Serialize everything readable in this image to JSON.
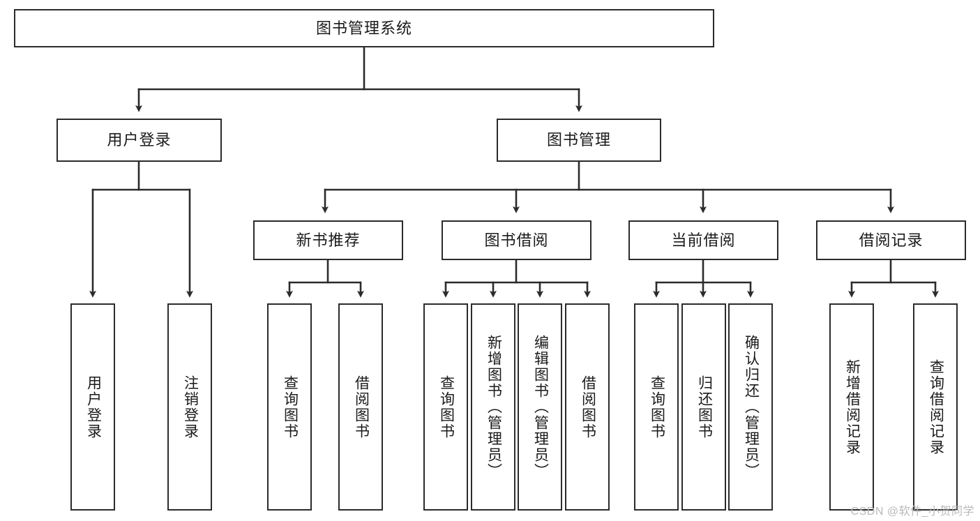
{
  "diagram": {
    "title": "图书管理系统",
    "type": "tree-hierarchy",
    "orientation": "top-down",
    "levels": 4,
    "root": {
      "id": "root",
      "label": "图书管理系统",
      "text_direction": "horizontal"
    },
    "level2": [
      {
        "id": "user-login",
        "label": "用户登录",
        "text_direction": "horizontal"
      },
      {
        "id": "book-manage",
        "label": "图书管理",
        "text_direction": "horizontal"
      }
    ],
    "level3": [
      {
        "id": "new-book-recommend",
        "label": "新书推荐",
        "text_direction": "horizontal",
        "parent": "book-manage"
      },
      {
        "id": "book-borrow",
        "label": "图书借阅",
        "text_direction": "horizontal",
        "parent": "book-manage"
      },
      {
        "id": "current-borrow",
        "label": "当前借阅",
        "text_direction": "horizontal",
        "parent": "book-manage"
      },
      {
        "id": "borrow-record",
        "label": "借阅记录",
        "text_direction": "horizontal",
        "parent": "book-manage"
      }
    ],
    "leaves": [
      {
        "id": "leaf-user-login",
        "label": "用户登录",
        "parent": "user-login",
        "text_direction": "vertical"
      },
      {
        "id": "leaf-logout-login",
        "label": "注销登录",
        "parent": "user-login",
        "text_direction": "vertical"
      },
      {
        "id": "leaf-query-book-1",
        "label": "查询图书",
        "parent": "new-book-recommend",
        "text_direction": "vertical"
      },
      {
        "id": "leaf-borrow-book-1",
        "label": "借阅图书",
        "parent": "new-book-recommend",
        "text_direction": "vertical"
      },
      {
        "id": "leaf-query-book-2",
        "label": "查询图书",
        "parent": "book-borrow",
        "text_direction": "vertical"
      },
      {
        "id": "leaf-add-book",
        "label": "新增图书（管理员）",
        "parent": "book-borrow",
        "text_direction": "vertical"
      },
      {
        "id": "leaf-edit-book",
        "label": "编辑图书（管理员）",
        "parent": "book-borrow",
        "text_direction": "vertical"
      },
      {
        "id": "leaf-borrow-book-2",
        "label": "借阅图书",
        "parent": "book-borrow",
        "text_direction": "vertical"
      },
      {
        "id": "leaf-query-book-3",
        "label": "查询图书",
        "parent": "current-borrow",
        "text_direction": "vertical"
      },
      {
        "id": "leaf-return-book",
        "label": "归还图书",
        "parent": "current-borrow",
        "text_direction": "vertical"
      },
      {
        "id": "leaf-confirm-return",
        "label": "确认归还（管理员）",
        "parent": "current-borrow",
        "text_direction": "vertical"
      },
      {
        "id": "leaf-add-record",
        "label": "新增借阅记录",
        "parent": "borrow-record",
        "text_direction": "vertical"
      },
      {
        "id": "leaf-query-record",
        "label": "查询借阅记录",
        "parent": "borrow-record",
        "text_direction": "vertical"
      }
    ],
    "colors": {
      "node_border": "#2b2b2b",
      "node_fill": "#ffffff",
      "edge": "#2b2b2b",
      "text": "#1a1a1a",
      "watermark": "#b9b9b9",
      "background": "#ffffff"
    }
  },
  "watermark": {
    "text": "CSDN @软件_小贺同学"
  }
}
